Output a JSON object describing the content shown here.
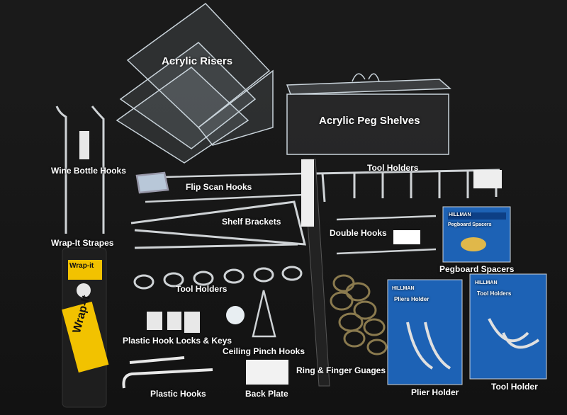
{
  "labels": {
    "acrylic_risers": "Acrylic Risers",
    "acrylic_peg_shelves": "Acrylic Peg Shelves",
    "wine_bottle_hooks": "Wine Bottle Hooks",
    "tool_holders_top": "Tool Holders",
    "flip_scan_hooks": "Flip Scan Hooks",
    "shelf_brackets": "Shelf Brackets",
    "double_hooks": "Double Hooks",
    "wrap_it_strapes": "Wrap-It Strapes",
    "pegboard_spacers": "Pegboard Spacers",
    "tool_holders_middle": "Tool Holders",
    "plastic_hook_locks": "Plastic Hook Locks & Keys",
    "ceiling_pinch_hooks": "Ceiling Pinch Hooks",
    "ring_finger_gauges": "Ring & Finger Guages",
    "plastic_hooks": "Plastic Hooks",
    "back_plate": "Back Plate",
    "plier_holder": "Plier Holder",
    "tool_holder": "Tool Holder"
  },
  "packaging": {
    "wrap_it_brand": "Wrap-It",
    "wrap_it_small": "Wrap-it",
    "hillman_brand": "HILLMAN",
    "spacers_title": "Pegboard Spacers",
    "plier_title": "Pliers Holder",
    "tool_title": "Tool Holders"
  },
  "colors": {
    "background": "#111111",
    "table": "#1a1a1a",
    "label": "#ffffff",
    "metal": "#cfd3d6",
    "acrylic": "#c9d3da",
    "wrap_yellow": "#f2c200",
    "hillman_blue": "#1d62b5"
  }
}
